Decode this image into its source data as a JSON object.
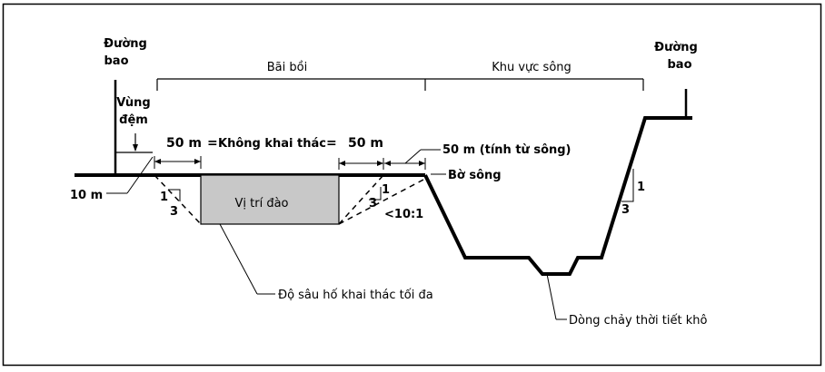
{
  "labels": {
    "levee_left": [
      "Đường",
      "bao"
    ],
    "levee_right": [
      "Đường",
      "bao"
    ],
    "floodplain": "Bãi bồi",
    "river_area": "Khu vực sông",
    "buffer_zone": [
      "Vùng",
      "đệm"
    ],
    "no_mining_left": "50 m",
    "no_mining_equals_1": "=",
    "no_mining_text": "Không khai thác",
    "no_mining_equals_2": "=",
    "no_mining_right": "50 m",
    "from_river": "50 m (tính từ sông)",
    "river_bank": "Bờ sông",
    "ten_m": "10 m",
    "pit": "Vị trí đào",
    "max_depth": "Độ sâu hố khai thác tối đa",
    "dry_flow": "Dòng chảy thời tiết khô",
    "slope_ratio": "<10:1",
    "slope_left_v": "1",
    "slope_left_h": "3",
    "slope_mid_v": "1",
    "slope_mid_h": "3",
    "slope_right_v": "1",
    "slope_right_h": "3"
  },
  "colors": {
    "pit_fill": "#c8c8c8",
    "line": "#000000"
  }
}
